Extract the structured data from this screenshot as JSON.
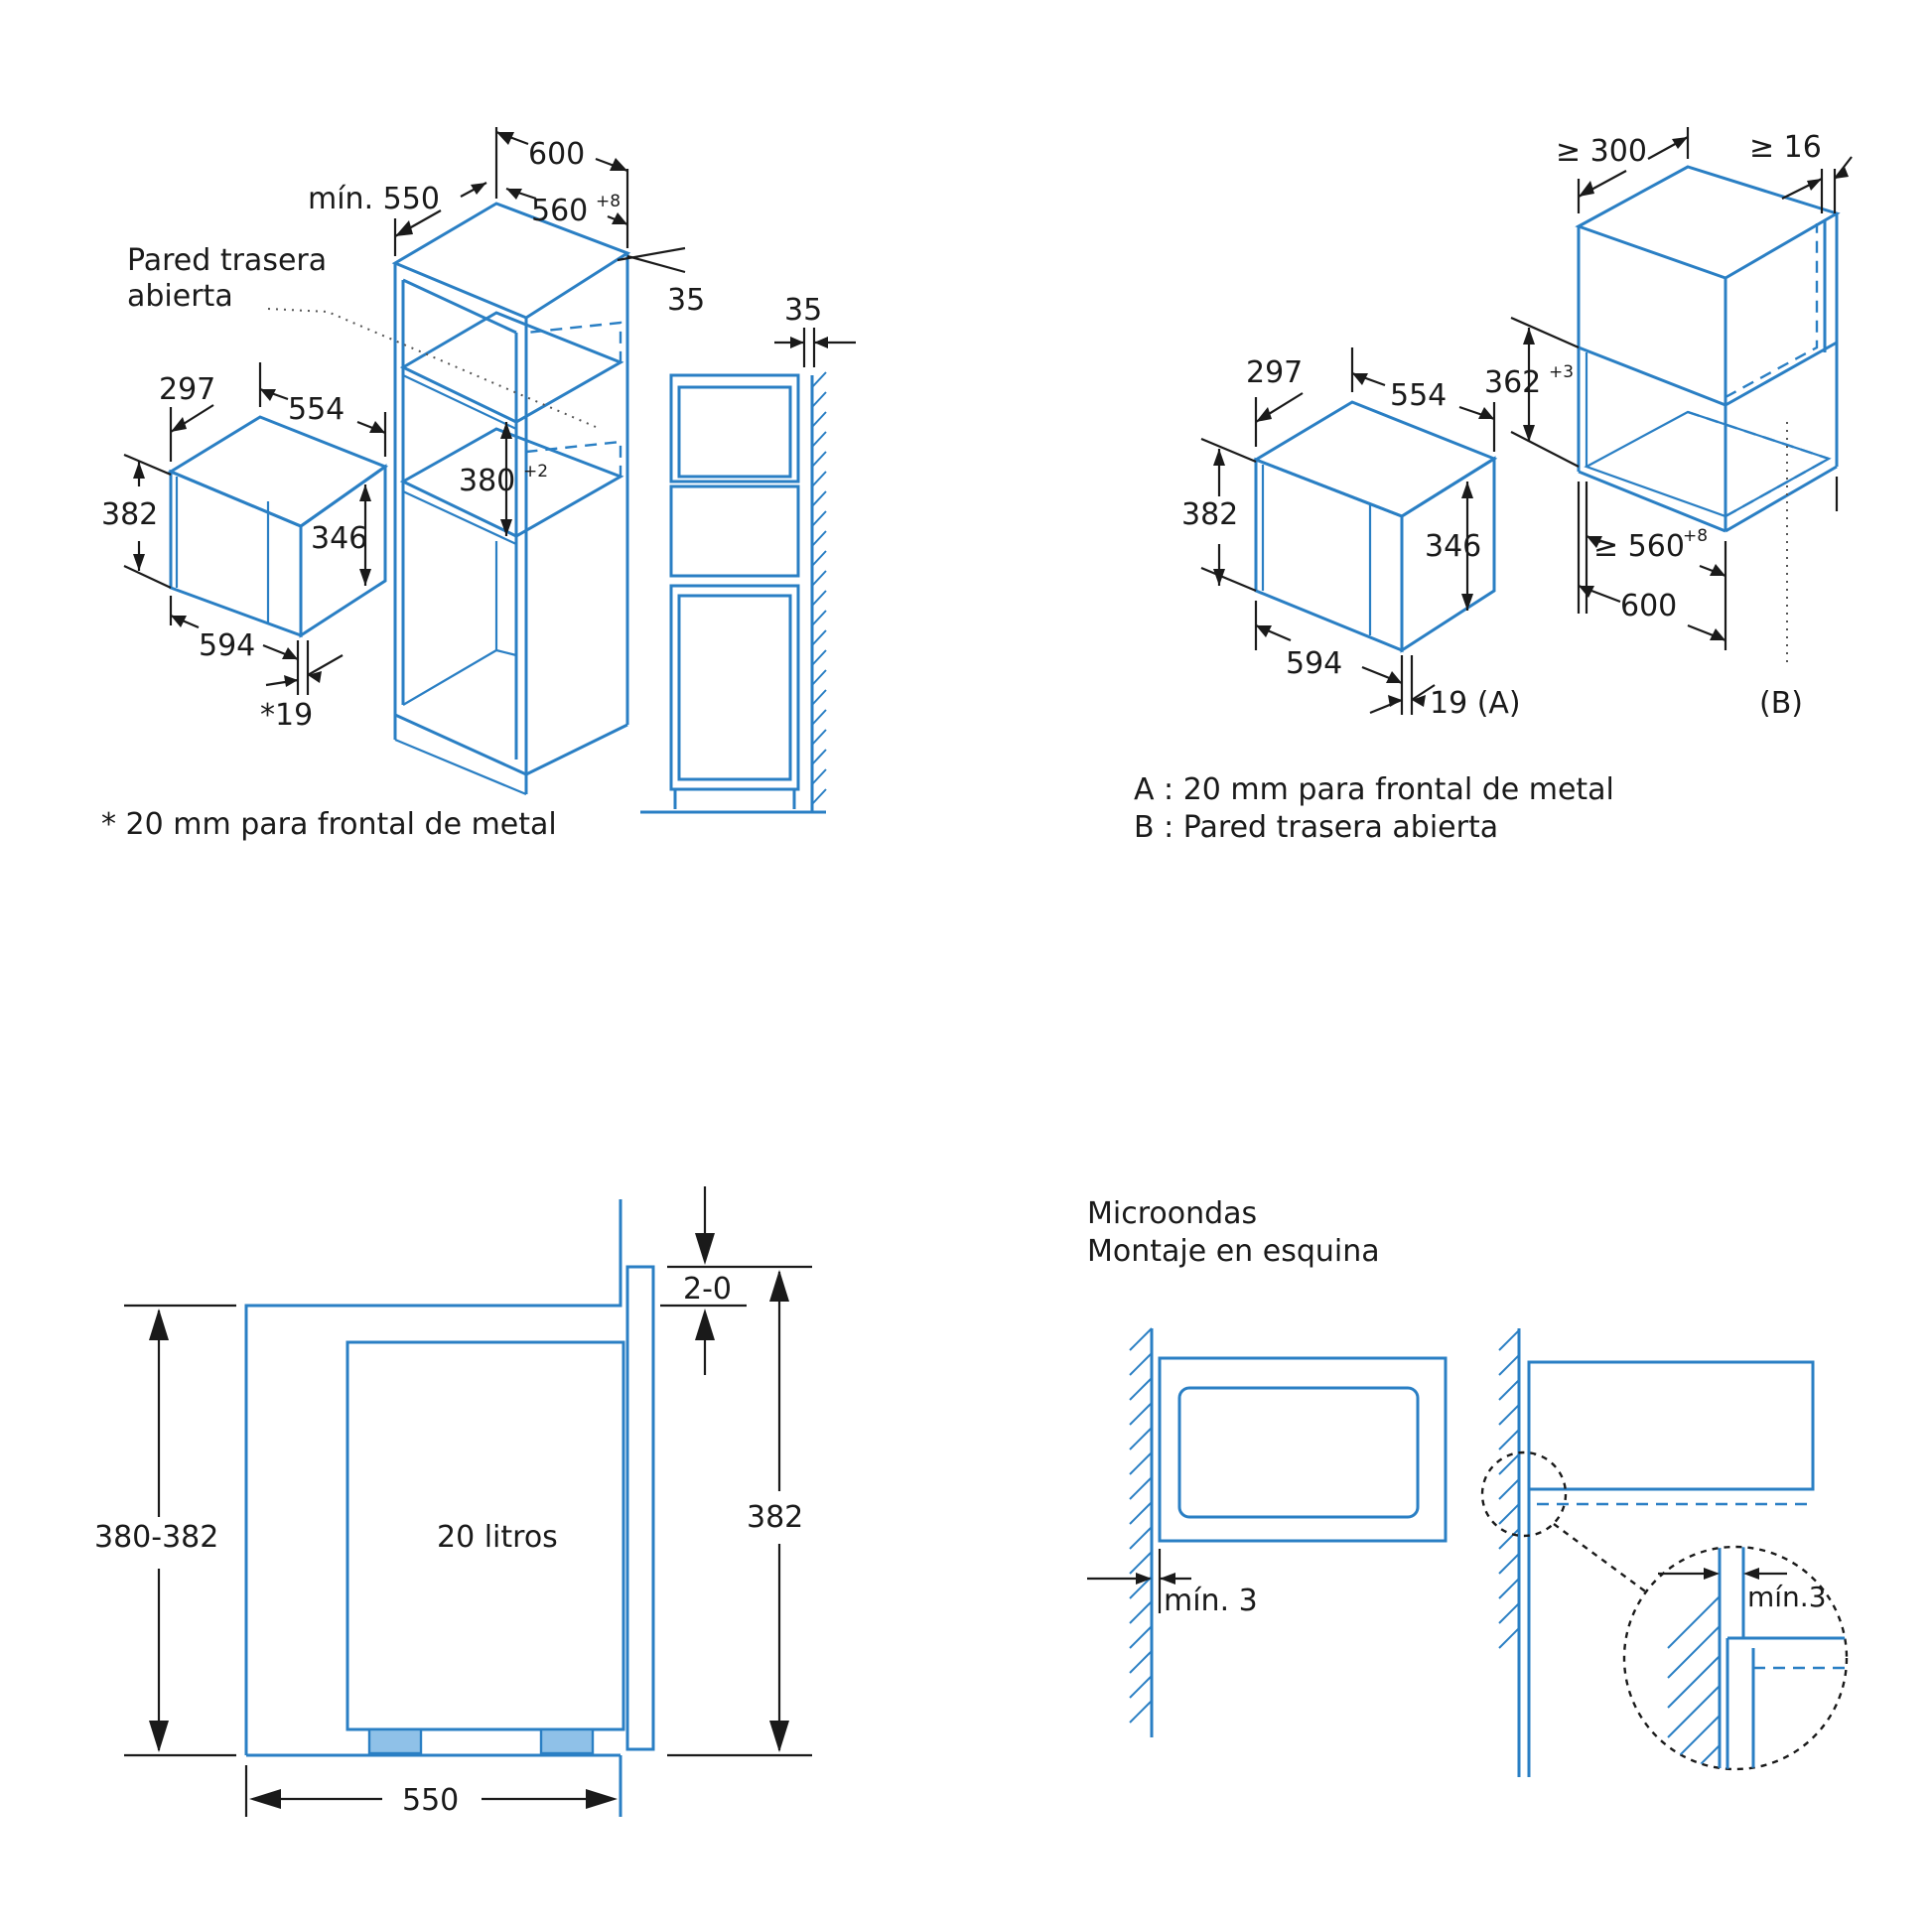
{
  "panel_tl": {
    "dim_600": "600",
    "dim_min550": "mín. 550",
    "dim_560": "560",
    "dim_560_sup": "+8",
    "dim_35a": "35",
    "dim_35b": "35",
    "label_pared_1": "Pared trasera",
    "label_pared_2": "abierta",
    "dim_297": "297",
    "dim_554": "554",
    "dim_382": "382",
    "dim_346": "346",
    "dim_380": "380",
    "dim_380_sup": "+2",
    "dim_594": "594",
    "dim_19": "*19",
    "footnote": "* 20 mm para frontal de metal"
  },
  "panel_tr": {
    "dim_300": "≥ 300",
    "dim_16": "≥ 16",
    "dim_297": "297",
    "dim_554": "554",
    "dim_362": "362",
    "dim_362_sup": "+3",
    "dim_382": "382",
    "dim_346": "346",
    "dim_560": "≥ 560",
    "dim_560_sup": "+8",
    "dim_600": "600",
    "dim_594": "594",
    "dim_19": "19 (A)",
    "label_b": "(B)",
    "note_a": "A : 20 mm para frontal de metal",
    "note_b": "B : Pared trasera abierta"
  },
  "panel_bl": {
    "dim_20": "2-0",
    "dim_380_382": "380-382",
    "dim_382": "382",
    "label_volume": "20 litros",
    "dim_550": "550"
  },
  "panel_br": {
    "title_1": "Microondas",
    "title_2": "Montaje en esquina",
    "dim_min3_left": "mín. 3",
    "dim_min3_right": "mín.3"
  }
}
